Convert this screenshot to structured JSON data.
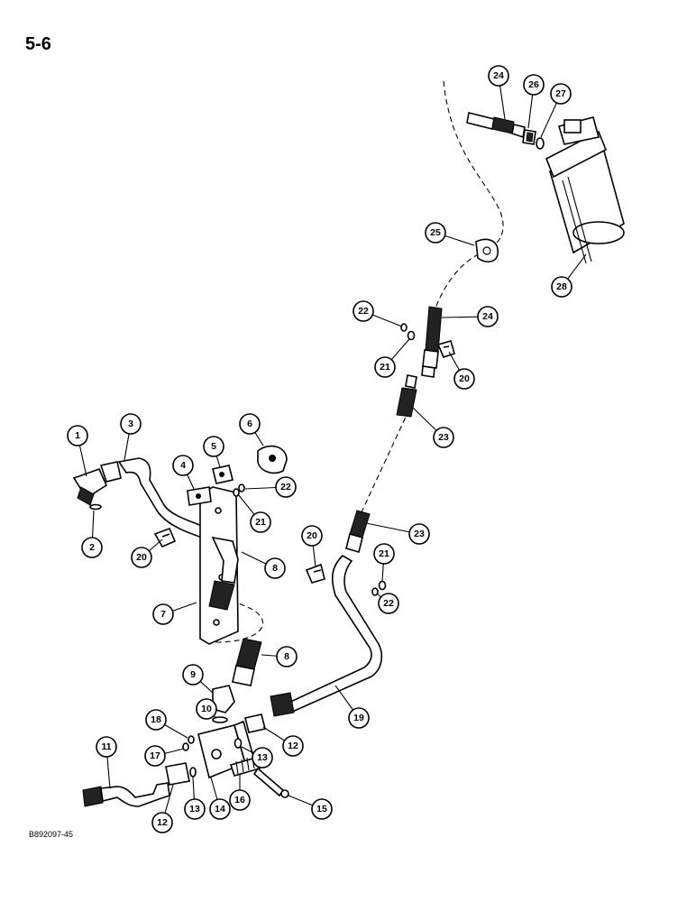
{
  "page_number": "5-6",
  "figure_code": "B892097-45",
  "callouts": [
    "1",
    "2",
    "3",
    "4",
    "5",
    "6",
    "22",
    "21",
    "7",
    "20",
    "8",
    "8",
    "9",
    "10",
    "18",
    "17",
    "11",
    "12",
    "13",
    "14",
    "16",
    "15",
    "13",
    "12",
    "19",
    "20",
    "21",
    "22",
    "23",
    "23",
    "21",
    "20",
    "22",
    "24",
    "25",
    "24",
    "26",
    "27",
    "28"
  ]
}
